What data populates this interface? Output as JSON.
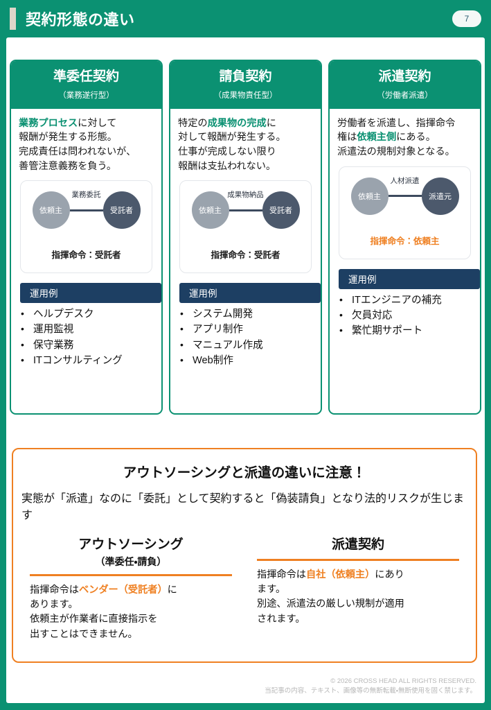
{
  "header": {
    "title": "契約形態の違い",
    "page_number": "7",
    "bar_color": "#0b9172",
    "accent_color": "#ddd6c9"
  },
  "cards": [
    {
      "title": "準委任契約",
      "subtitle": "（業務遂行型）",
      "desc_pre": "",
      "desc_hl": "業務プロセス",
      "desc_post": "に対して\n報酬が発生する形態。\n完成責任は問われないが、\n善管注意義務を負う。",
      "diagram": {
        "left_node": "依頼主",
        "right_node": "受託者",
        "link_label": "業務委託",
        "foot": "指揮命令：受託者",
        "foot_alert": false
      },
      "usage_label": "運用例",
      "usage_items": [
        "ヘルプデスク",
        "運用監視",
        "保守業務",
        "ITコンサルティング"
      ]
    },
    {
      "title": "請負契約",
      "subtitle": "（成果物責任型）",
      "desc_pre": "特定の",
      "desc_hl": "成果物の完成",
      "desc_post": "に\n対して報酬が発生する。\n仕事が完成しない限り\n報酬は支払われない。",
      "diagram": {
        "left_node": "依頼主",
        "right_node": "受託者",
        "link_label": "成果物納品",
        "foot": "指揮命令：受託者",
        "foot_alert": false
      },
      "usage_label": "運用例",
      "usage_items": [
        "システム開発",
        "アプリ制作",
        "マニュアル作成",
        "Web制作"
      ]
    },
    {
      "title": "派遣契約",
      "subtitle": "（労働者派遣）",
      "desc_pre": "労働者を派遣し、指揮命令\n権は",
      "desc_hl": "依頼主側",
      "desc_post": "にある。\n派遣法の規制対象となる。",
      "diagram": {
        "left_node": "依頼主",
        "right_node": "派遣元",
        "link_label": "人材派遣",
        "foot": "指揮命令：依頼主",
        "foot_alert": true
      },
      "usage_label": "運用例",
      "usage_items": [
        "ITエンジニアの補充",
        "欠員対応",
        "繁忙期サポート"
      ]
    }
  ],
  "warning": {
    "title": "アウトソーシングと派遣の違いに注意！",
    "lead": "実態が「派遣」なのに「委託」として契約すると「偽装請負」となり法的リスクが生じます",
    "columns": [
      {
        "title": "アウトソーシング",
        "subtitle": "（準委任・請負）",
        "body_pre": "指揮命令は",
        "body_hl": "ベンダー（受託者）",
        "body_post": "に\nあります。\n依頼主が作業者に直接指示を\n出すことはできません。"
      },
      {
        "title": "派遣契約",
        "subtitle": "",
        "body_pre": "指揮命令は",
        "body_hl": "自社（依頼主）",
        "body_post": "にあり\nます。\n別途、派遣法の厳しい規制が適用\nされます。"
      }
    ],
    "accent_color": "#ef8022"
  },
  "footer": {
    "line1": "© 2026 CROSS HEAD ALL RIGHTS RESERVED.",
    "line2": "当記事の内容、テキスト、画像等の無断転載・無断使用を固く禁じます。"
  }
}
